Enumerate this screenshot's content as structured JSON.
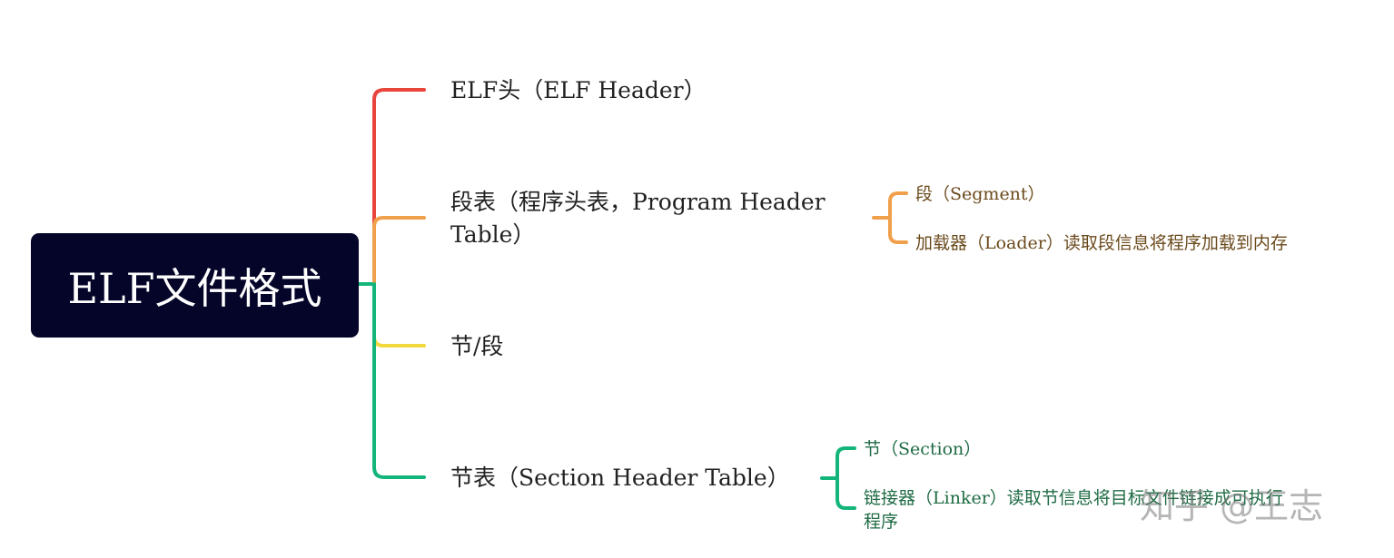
{
  "root": {
    "label": "ELF文件格式"
  },
  "branches": [
    {
      "label": "ELF头（ELF Header）",
      "color": "#e8453c"
    },
    {
      "label": "段表（程序头表，Program Header Table）",
      "color": "#f0a04b",
      "children": [
        {
          "label": "段（Segment）"
        },
        {
          "label": "加载器（Loader）读取段信息将程序加载到内存"
        }
      ]
    },
    {
      "label": "节/段",
      "color": "#f2d83a"
    },
    {
      "label": "节表（Section Header Table）",
      "color": "#13b57a",
      "children": [
        {
          "label": "节（Section）"
        },
        {
          "label": "链接器（Linker）读取节信息将目标文件链接成可执行程序"
        }
      ]
    }
  ],
  "watermark": {
    "text": "知乎 @王志"
  }
}
